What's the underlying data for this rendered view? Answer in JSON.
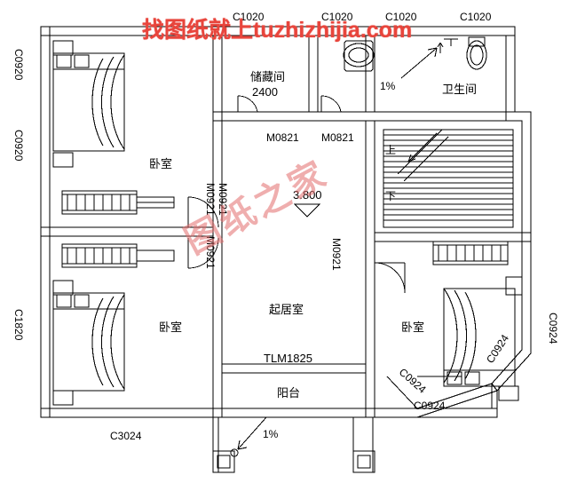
{
  "watermarks": {
    "top": "找图纸就上tuzhizhijia.com",
    "middle": "图纸之家",
    "top_color": "#e8453c",
    "middle_color": "#e26c6c"
  },
  "drawing": {
    "line_color": "#000000",
    "background": "#ffffff",
    "level_marker": "3.800"
  },
  "rooms": [
    {
      "id": "bedroom-top-left",
      "label": "卧室"
    },
    {
      "id": "bedroom-bottom-left",
      "label": "卧室"
    },
    {
      "id": "bedroom-right",
      "label": "卧室"
    },
    {
      "id": "living-room",
      "label": "起居室"
    },
    {
      "id": "storage",
      "label": "储藏间"
    },
    {
      "id": "storage-size",
      "label": "2400"
    },
    {
      "id": "bathroom",
      "label": "卫生间"
    },
    {
      "id": "balcony",
      "label": "阳台"
    }
  ],
  "windows_top": [
    {
      "id": "c1020-a",
      "label": "C1020"
    },
    {
      "id": "c1020-b",
      "label": "C1020"
    },
    {
      "id": "c1020-c",
      "label": "C1020"
    },
    {
      "id": "c1020-d",
      "label": "C1020"
    }
  ],
  "windows_left": [
    {
      "id": "c0920-a",
      "label": "C0920"
    },
    {
      "id": "c0920-b",
      "label": "C0920"
    },
    {
      "id": "c1820",
      "label": "C1820"
    }
  ],
  "windows_bottom": [
    {
      "id": "c3024",
      "label": "C3024"
    },
    {
      "id": "c0924-left",
      "label": "C0924"
    },
    {
      "id": "c0924-mid",
      "label": "C0924"
    },
    {
      "id": "c0924-right",
      "label": "C0924"
    }
  ],
  "windows_right": [
    {
      "id": "c0924-r",
      "label": "C0924"
    }
  ],
  "doors": [
    {
      "id": "m0821-a",
      "label": "M0821"
    },
    {
      "id": "m0821-b",
      "label": "M0821"
    },
    {
      "id": "m0921-a",
      "label": "M0921"
    },
    {
      "id": "m0921-b",
      "label": "M0921"
    },
    {
      "id": "m0921-c",
      "label": "M0921"
    },
    {
      "id": "m0921-d",
      "label": "M0921"
    },
    {
      "id": "tlm1825",
      "label": "TLM1825"
    }
  ],
  "annotations": [
    {
      "id": "slope-bathroom",
      "label": "1%"
    },
    {
      "id": "slope-balcony",
      "label": "1%"
    },
    {
      "id": "stair-up",
      "label": "上"
    },
    {
      "id": "stair-down",
      "label": "下"
    },
    {
      "id": "floor-level",
      "label": "3.800"
    }
  ]
}
